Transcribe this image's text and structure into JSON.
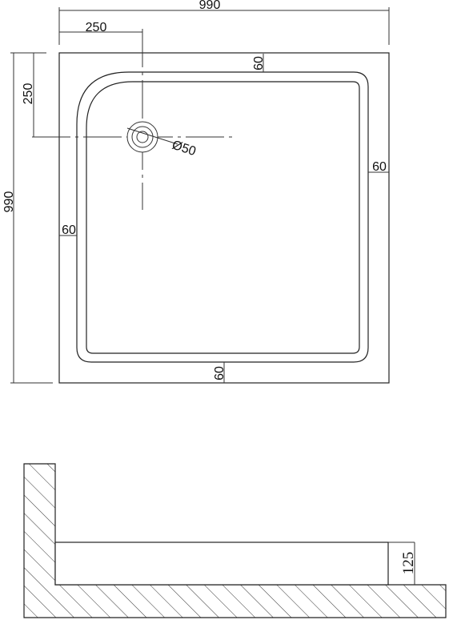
{
  "plan_view": {
    "overall_width": "990",
    "overall_height": "990",
    "drain_offset_x": "250",
    "drain_offset_y": "250",
    "drain_diameter": "Ø50",
    "rim_top": "60",
    "rim_right": "60",
    "rim_left": "60",
    "rim_bottom": "60"
  },
  "section_view": {
    "tray_height": "125"
  }
}
